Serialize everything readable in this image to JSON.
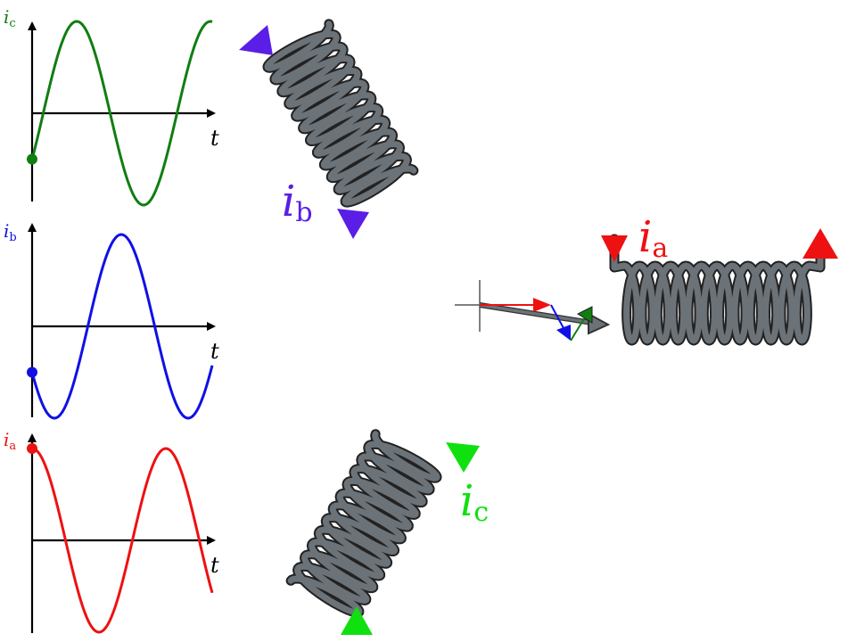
{
  "plots": [
    {
      "id": "c",
      "label_var": "i",
      "label_sub": "c",
      "t_label": "t",
      "color": "#107e10",
      "phase_deg": -120
    },
    {
      "id": "b",
      "label_var": "i",
      "label_sub": "b",
      "t_label": "t",
      "color": "#1010e6",
      "phase_deg": 120
    },
    {
      "id": "a",
      "label_var": "i",
      "label_sub": "a",
      "t_label": "t",
      "color": "#ee1111",
      "phase_deg": 0
    }
  ],
  "coils": [
    {
      "id": "a",
      "label_var": "i",
      "label_sub": "a",
      "color": "#ee1111",
      "turns": 12
    },
    {
      "id": "b",
      "label_var": "i",
      "label_sub": "b",
      "color": "#5a1ee6",
      "turns": 12
    },
    {
      "id": "c",
      "label_var": "i",
      "label_sub": "c",
      "color": "#10e010",
      "turns": 12
    }
  ],
  "phasors": {
    "a_color": "#ee1111",
    "b_color": "#1010e6",
    "c_color": "#107e10",
    "resultant_color": "#6b7278"
  }
}
